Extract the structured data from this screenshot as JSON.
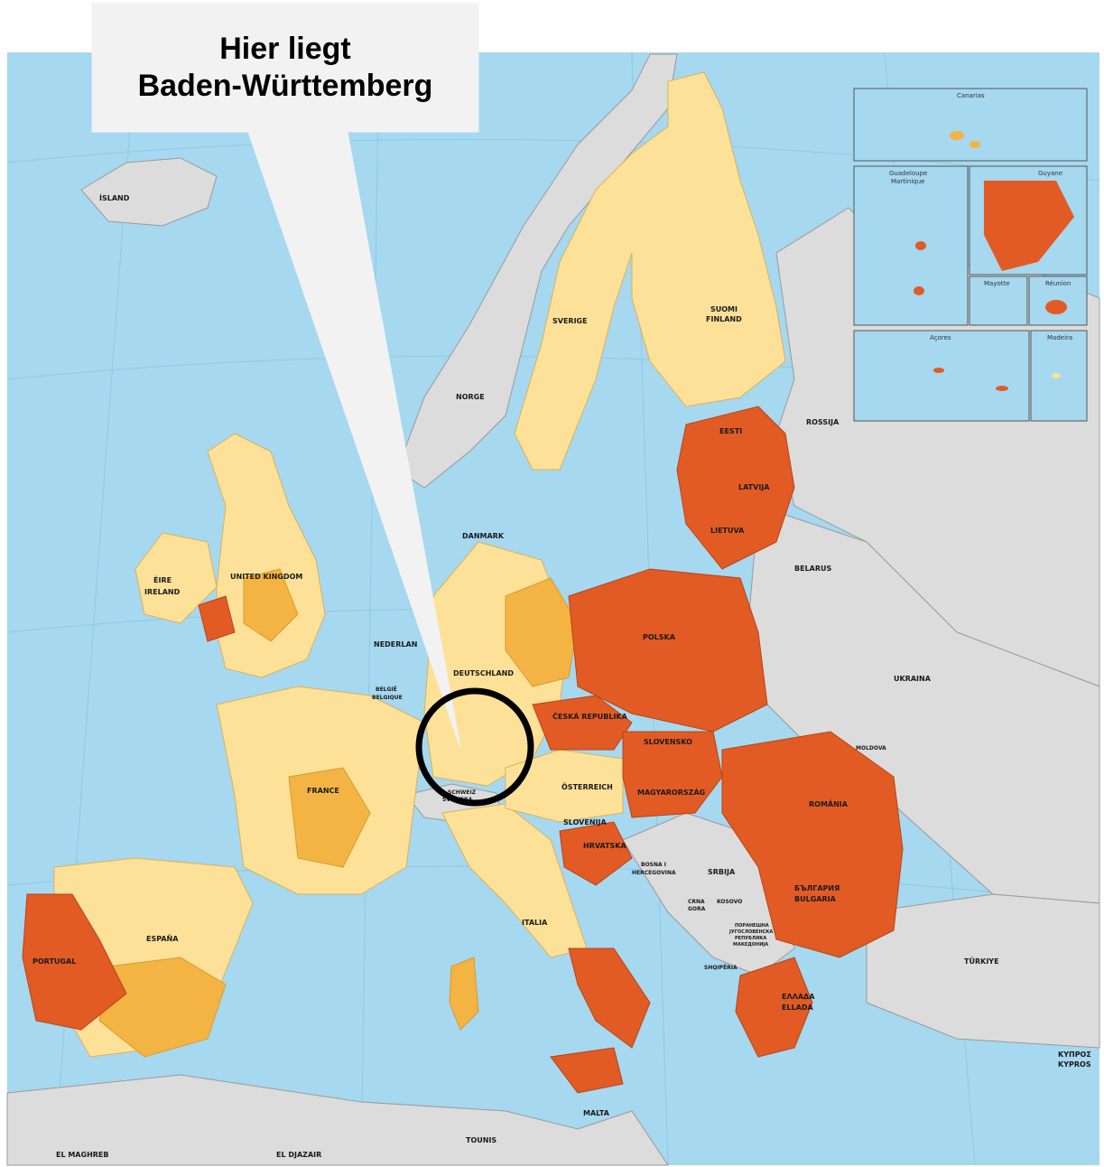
{
  "callout": {
    "line1": "Hier liegt",
    "line2": "Baden-Württemberg"
  },
  "colors": {
    "sea": "#a6d8f0",
    "non_eu": "#dcdcdc",
    "light": "#fde198",
    "medium": "#f4b443",
    "dark": "#e25b24",
    "callout_fill": "#f2f2f2",
    "ring": "#000000"
  },
  "countries": {
    "island": "ÍSLAND",
    "norge": "NORGE",
    "sverige": "SVERIGE",
    "suomi": "SUOMI",
    "finland": "FINLAND",
    "rossija": "ROSSIJA",
    "eesti": "EESTI",
    "latvija": "LATVIJA",
    "lietuva": "LIETUVA",
    "danmark": "DANMARK",
    "belarus": "BELARUS",
    "eire": "ÉIRE",
    "ireland": "IRELAND",
    "uk": "UNITED KINGDOM",
    "nederland": "NEDERLAN",
    "belgie": "BELGIË",
    "belgique": "BELGIQUE",
    "deutschland": "DEUTSCHLAND",
    "polska": "POLSKA",
    "ukraina": "UKRAINA",
    "ceska": "ČESKÁ REPUBLIKA",
    "slovensko": "SLOVENSKO",
    "moldova": "MOLDOVA",
    "france": "FRANCE",
    "schweiz": "SCHWEIZ",
    "suisse": "SVIZZERA",
    "osterreich": "ÖSTERREICH",
    "magyarorszag": "MAGYARORSZÁG",
    "romania": "ROMÂNIA",
    "slovenija": "SLOVENIJA",
    "hrvatska": "HRVATSKA",
    "bosna1": "BOSNA I",
    "bosna2": "HERCEGOVINA",
    "srbija": "SRBIJA",
    "balgarija": "БЪЛГАРИЯ",
    "bulgaria": "BULGARIA",
    "crna1": "CRNA",
    "crna2": "GORA",
    "kosovo": "KOSOVO",
    "mk1": "ПОРАНЕШНА",
    "mk2": "ЈУГОСЛОВЕНСКА",
    "mk3": "РЕПУБЛИКА",
    "mk4": "МАКЕДОНИЈА",
    "shqiperia": "SHQIPËRIA",
    "espana": "ESPAÑA",
    "portugal": "PORTUGAL",
    "italia": "ITALIA",
    "turkiye": "TÜRKIYE",
    "ellada1": "ΕΛΛΑΔΑ",
    "ellada2": "ELLADA",
    "kypros1": "ΚΥΠΡΟΣ",
    "kypros2": "KYPROS",
    "malta": "MALTA",
    "tounis": "TOUNIS",
    "maghreb": "EL MAGHREB",
    "djazair": "EL DJAZAIR"
  },
  "insets": {
    "canarias": "Canarias",
    "guadeloupe": "Guadeloupe",
    "martinique": "Martinique",
    "guyane": "Guyane",
    "mayotte": "Mayotte",
    "reunion": "Réunion",
    "acores": "Açores",
    "madeira": "Madeira"
  }
}
